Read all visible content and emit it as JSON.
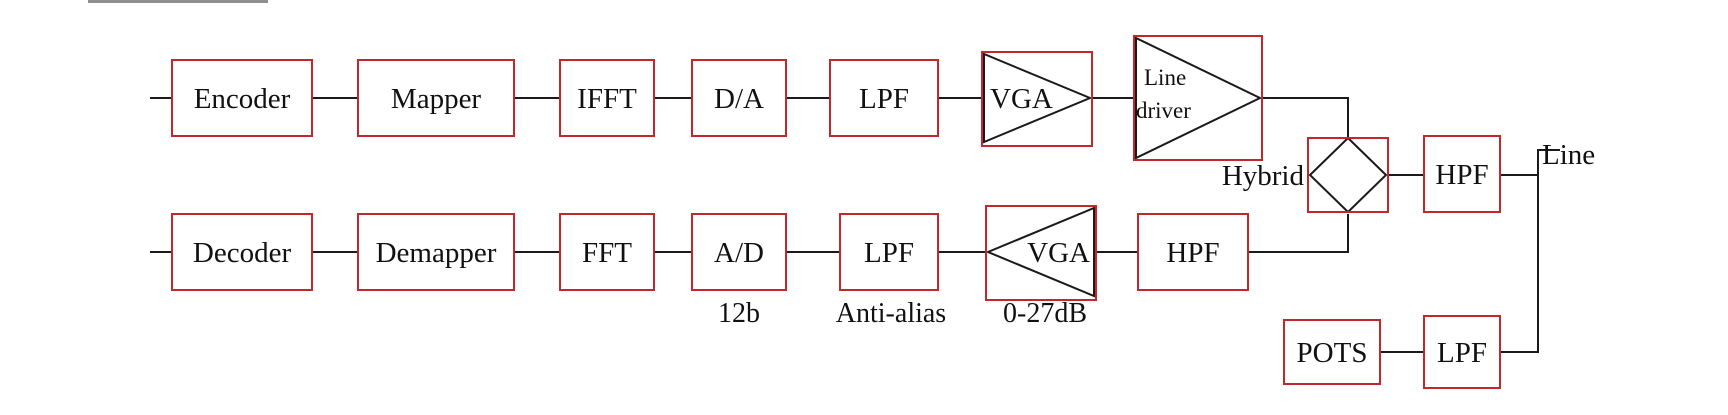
{
  "blocks": {
    "encoder": "Encoder",
    "mapper": "Mapper",
    "ifft": "IFFT",
    "da": "D/A",
    "tx_lpf": "LPF",
    "tx_vga": "VGA",
    "line_driver_1": "Line",
    "line_driver_2": "driver",
    "hybrid": "Hybrid",
    "line_hpf": "HPF",
    "line": "Line",
    "decoder": "Decoder",
    "demapper": "Demapper",
    "fft": "FFT",
    "ad": "A/D",
    "rx_lpf": "LPF",
    "rx_vga": "VGA",
    "rx_hpf": "HPF",
    "pots": "POTS",
    "pots_lpf": "LPF"
  },
  "annotations": {
    "ad_bits": "12b",
    "rx_lpf_note": "Anti-alias",
    "rx_vga_range": "0-27dB"
  },
  "colors": {
    "box_outline": "#c0282c",
    "line": "#1a1a1a"
  }
}
